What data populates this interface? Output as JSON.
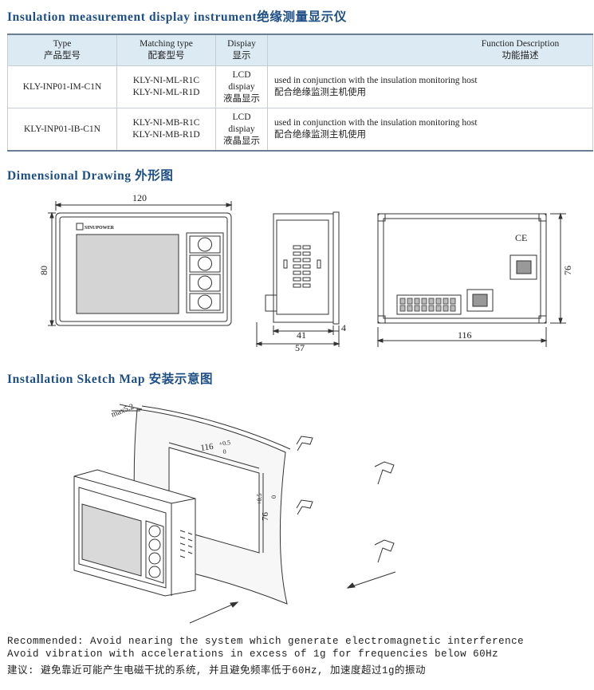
{
  "title": "Insulation measurement display instrument绝缘测量显示仪",
  "table": {
    "headers": [
      {
        "en": "Type",
        "cn": "产品型号"
      },
      {
        "en": "Matching type",
        "cn": "配套型号"
      },
      {
        "en": "Dispiay",
        "cn": "显示"
      },
      {
        "en": "Function Description",
        "cn": "功能描述"
      }
    ],
    "rows": [
      {
        "type": "KLY-INP01-IM-C1N",
        "matching": [
          "KLY-NI-ML-R1C",
          "KLY-NI-ML-R1D"
        ],
        "display": [
          "LCD",
          "dispiay",
          "液晶显示"
        ],
        "function": [
          "used in conjunction with the insulation monitoring host",
          "配合绝缘监测主机使用"
        ]
      },
      {
        "type": "KLY-INP01-IB-C1N",
        "matching": [
          "KLY-NI-MB-R1C",
          "KLY-NI-MB-R1D"
        ],
        "display": [
          "LCD",
          "dispiay",
          "液晶显示"
        ],
        "function": [
          "used in conjunction with the insulation monitoring host",
          "配合绝缘监测主机使用"
        ]
      }
    ]
  },
  "dimensional": {
    "title": "Dimensional Drawing 外形图",
    "front_width": "120",
    "front_height": "80",
    "side_depth": "41",
    "side_flange": "4",
    "side_total": "57",
    "back_width": "116",
    "back_height": "76",
    "brand": "SINUPOWER",
    "ce_mark": "CE"
  },
  "installation": {
    "title": "Installation Sketch Map 安装示意图",
    "max_label": "max5.2",
    "cutout_width": "116",
    "cutout_height": "76",
    "tol_plus": "+0.5",
    "tol_minus": "0"
  },
  "notes": [
    "Recommended: Avoid nearing the system which generate electromagnetic interference",
    "Avoid vibration with accelerations in excess of 1g for frequencies below 60Hz",
    "建议: 避免靠近可能产生电磁干扰的系统, 并且避免频率低于60Hz, 加速度超过1g的振动"
  ]
}
